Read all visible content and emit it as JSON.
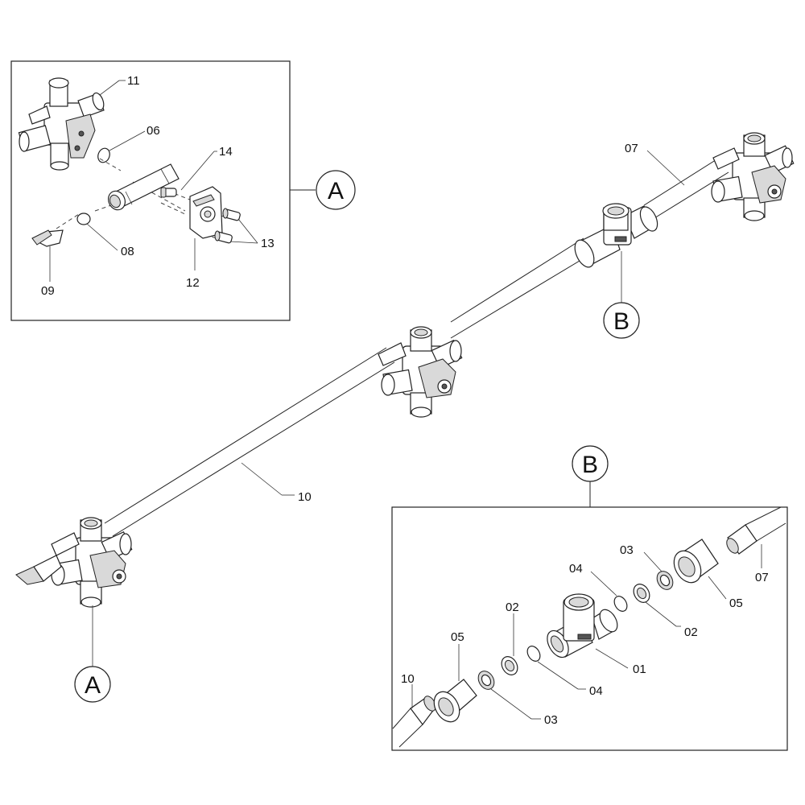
{
  "labels": {
    "p01": "01",
    "p02": "02",
    "p03": "03",
    "p04": "04",
    "p05": "05",
    "p06": "06",
    "p07": "07",
    "p08": "08",
    "p09": "09",
    "p10": "10",
    "p11": "11",
    "p12": "12",
    "p13": "13",
    "p14": "14"
  },
  "callouts": {
    "a": "A",
    "b": "B"
  }
}
